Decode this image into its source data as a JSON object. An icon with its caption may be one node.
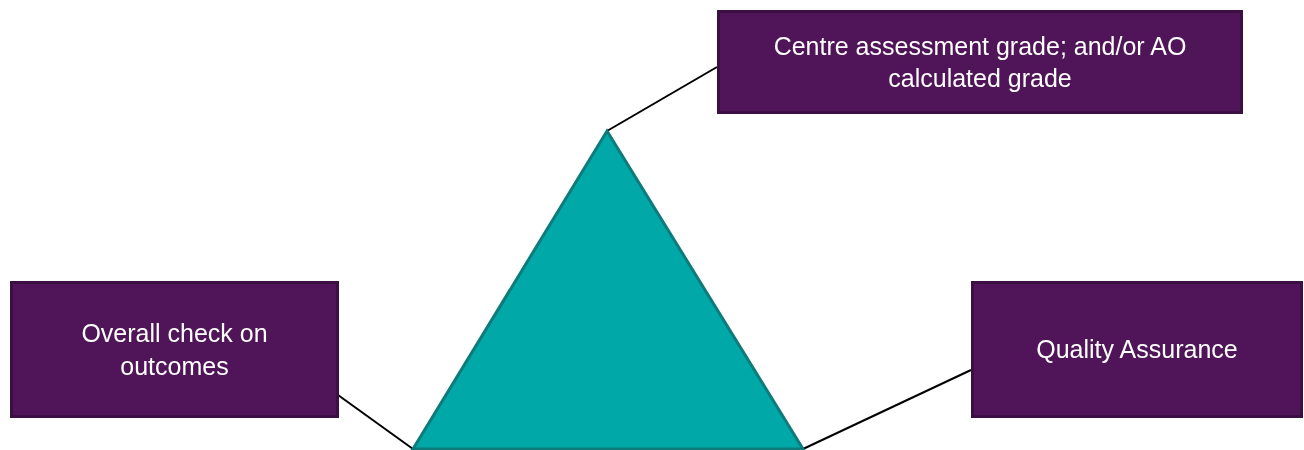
{
  "diagram": {
    "nodes": [
      {
        "text": [
          "Centre assessment grade; and/or AO calculated grade"
        ]
      },
      {
        "text": [],
        "shape": "triangle"
      },
      {
        "text": [
          "Overall check on outcomes"
        ]
      },
      {
        "text": [
          "Quality Assurance"
        ]
      }
    ],
    "edges": [
      {
        "from": 0,
        "to": 1,
        "arrow": "none"
      },
      {
        "from": 2,
        "to": 1,
        "arrow": "none"
      },
      {
        "from": 3,
        "to": 1,
        "arrow": "none"
      }
    ]
  }
}
